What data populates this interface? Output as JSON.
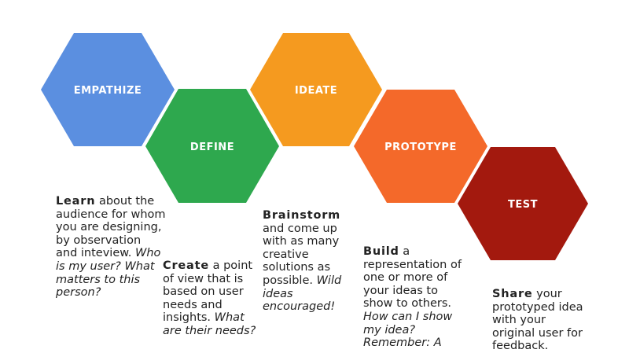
{
  "stages": [
    {
      "label": "EMPATHIZE",
      "color": "#5b8fe0",
      "lead": "Learn",
      "body": " about the audience for whom you are designing, by observation and inteview.",
      "question": "Who is my user? What matters to this person?"
    },
    {
      "label": "DEFINE",
      "color": "#2ea84e",
      "lead": "Create",
      "body": " a point of view that is based on user needs and insights.",
      "question": "What are their needs?"
    },
    {
      "label": "IDEATE",
      "color": "#f59a1f",
      "lead": "Brainstorm",
      "body": " and come up with as many creative solutions as possible.",
      "question": "Wild ideas encouraged!"
    },
    {
      "label": "PROTOTYPE",
      "color": "#f4692a",
      "lead": "Build",
      "body": " a representation of one or more of your ideas to show to others.",
      "question": "How can I show my idea? Remember: A"
    },
    {
      "label": "TEST",
      "color": "#a3190e",
      "lead": "Share",
      "body": " your prototyped idea with your original user for feedback.",
      "question": ""
    }
  ]
}
